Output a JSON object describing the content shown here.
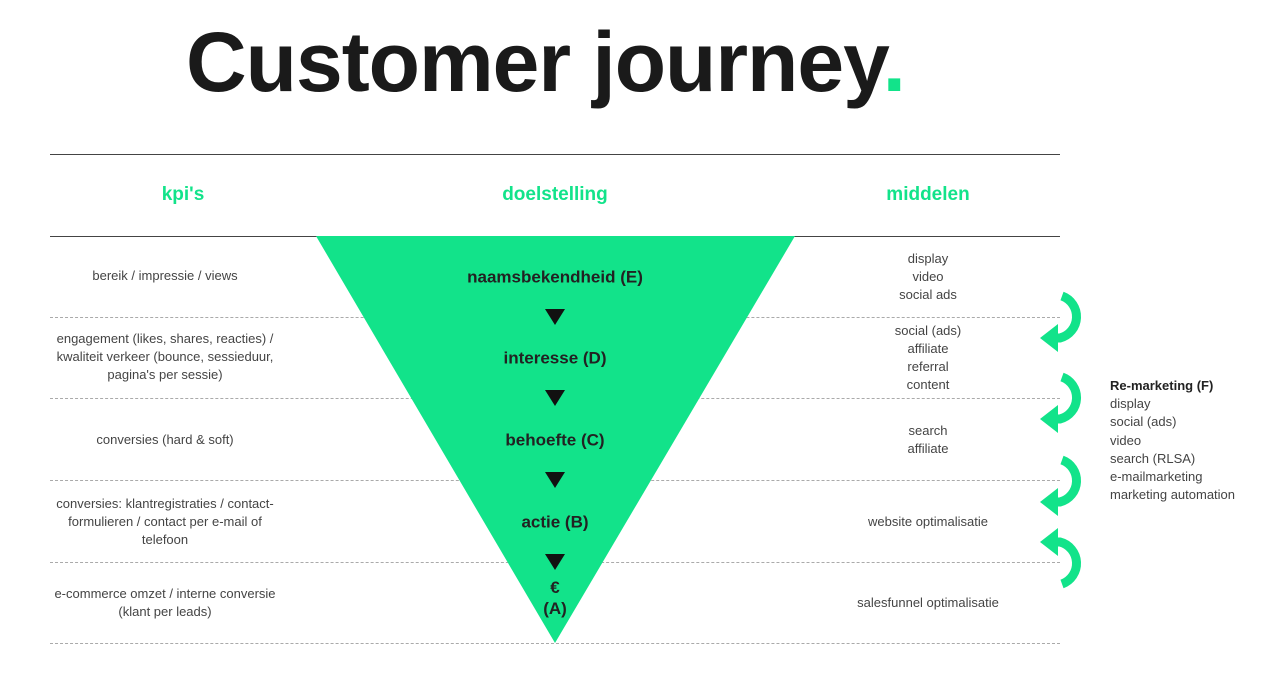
{
  "title": {
    "text": "Customer journey",
    "dot": "."
  },
  "colors": {
    "accent": "#12e38a",
    "text": "#333333"
  },
  "headers": {
    "kpis": "kpi's",
    "goal": "doelstelling",
    "means": "middelen"
  },
  "rows": [
    {
      "kpi": "bereik / impressie / views",
      "goal": "naamsbekendheid (E)",
      "means": [
        "display",
        "video",
        "social ads"
      ]
    },
    {
      "kpi": "engagement (likes, shares, reacties) / kwaliteit verkeer (bounce, sessieduur, pagina's per sessie)",
      "goal": "interesse (D)",
      "means": [
        "social (ads)",
        "affiliate",
        "referral",
        "content"
      ]
    },
    {
      "kpi": "conversies (hard & soft)",
      "goal": "behoefte (C)",
      "means": [
        "search",
        "affiliate"
      ]
    },
    {
      "kpi": "conversies: klantregistraties / contact-formulieren / contact per e-mail of telefoon",
      "goal": "actie (B)",
      "means": [
        "website optimalisatie"
      ]
    },
    {
      "kpi": "e-commerce omzet / interne conversie (klant per leads)",
      "goal": "€ (A)",
      "means": [
        "salesfunnel optimalisatie"
      ]
    }
  ],
  "remarketing": {
    "heading": "Re-marketing (F)",
    "items": [
      "display",
      "social (ads)",
      "video",
      "search (RLSA)",
      "e-mailmarketing",
      "marketing automation"
    ]
  }
}
